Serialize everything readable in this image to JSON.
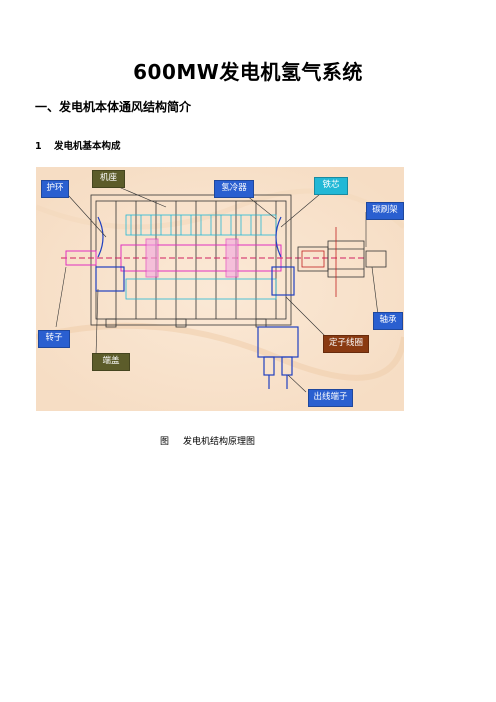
{
  "document": {
    "title": "600MW发电机氢气系统",
    "section_heading": "一、发电机本体通风结构简介",
    "subsection_number": "1",
    "subsection_heading": "发电机基本构成",
    "caption_prefix": "图",
    "caption_text": "发电机结构原理图"
  },
  "figure": {
    "labels": {
      "shield": "护环",
      "frame": "机座",
      "cooler": "氢冷器",
      "core": "铁芯",
      "brush": "碳刷架",
      "rotor": "转子",
      "endcover": "端盖",
      "stator_winding": "定子线圈",
      "bearing": "轴承",
      "terminal": "出线端子"
    },
    "label_colors": {
      "blue": "#2a5fd0",
      "olive": "#5c5c2a",
      "cyan": "#22b8d6",
      "brown": "#8a3a12"
    }
  }
}
